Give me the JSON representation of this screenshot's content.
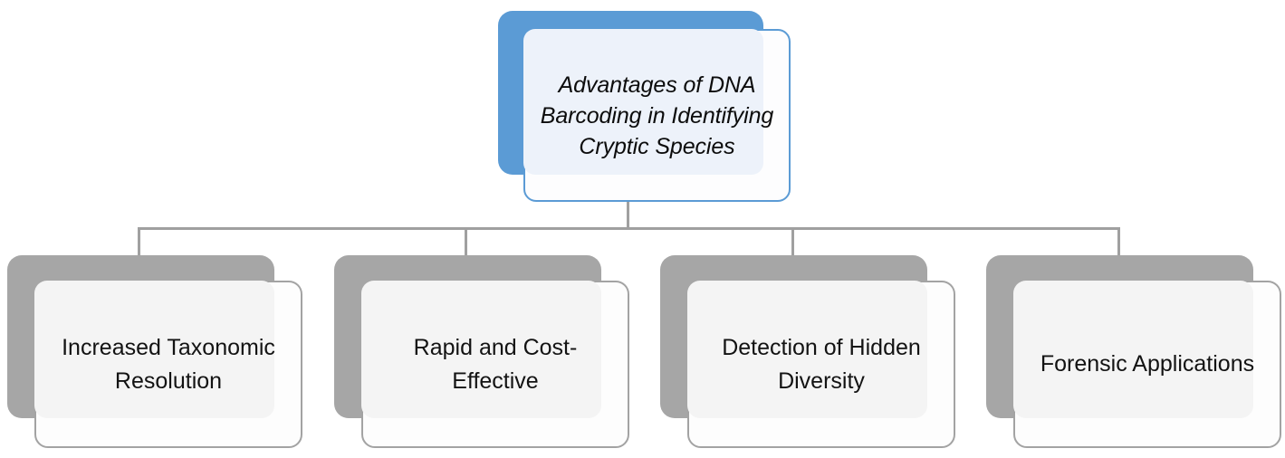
{
  "diagram": {
    "type": "hierarchy",
    "root": {
      "label": "Advantages of DNA Barcoding in Identifying Cryptic Species",
      "accent_color": "#5B9BD5",
      "fill_color": "#EDF2FA",
      "text_style": "italic"
    },
    "connector_color": "#A0A0A0",
    "children": [
      {
        "label": "Increased Taxonomic Resolution",
        "backing_color": "#A6A6A6",
        "fill_color": "#F4F4F4"
      },
      {
        "label": "Rapid and Cost-Effective",
        "backing_color": "#A6A6A6",
        "fill_color": "#F4F4F4"
      },
      {
        "label": "Detection of Hidden Diversity",
        "backing_color": "#A6A6A6",
        "fill_color": "#F4F4F4"
      },
      {
        "label": "Forensic Applications",
        "backing_color": "#A6A6A6",
        "fill_color": "#F4F4F4"
      }
    ]
  }
}
